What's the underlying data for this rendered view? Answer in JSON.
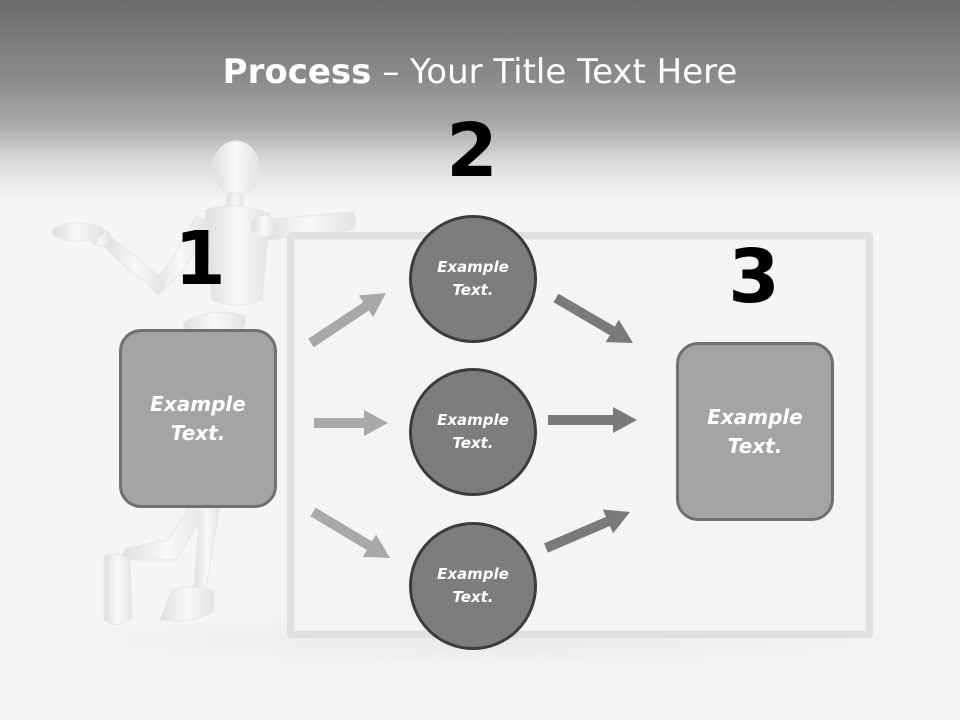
{
  "title": {
    "bold_part": "Process",
    "separator": " – ",
    "rest": "Your Title Text Here"
  },
  "steps": [
    {
      "number": "1",
      "line1": "Example",
      "line2": "Text."
    },
    {
      "number": "2",
      "items": [
        {
          "line1": "Example",
          "line2": "Text."
        },
        {
          "line1": "Example",
          "line2": "Text."
        },
        {
          "line1": "Example",
          "line2": "Text."
        }
      ]
    },
    {
      "number": "3",
      "line1": "Example",
      "line2": "Text."
    }
  ],
  "colors": {
    "header_dark": "#6b6b6b",
    "box_fill": "#a4a4a4",
    "box_border": "#707070",
    "circle_fill": "#7d7d7d",
    "circle_border": "#3c3c3c",
    "arrow_light": "#a8a8a8",
    "arrow_dark": "#7a7a7a"
  },
  "icons": [
    "mannequin-figure",
    "right-arrow"
  ]
}
